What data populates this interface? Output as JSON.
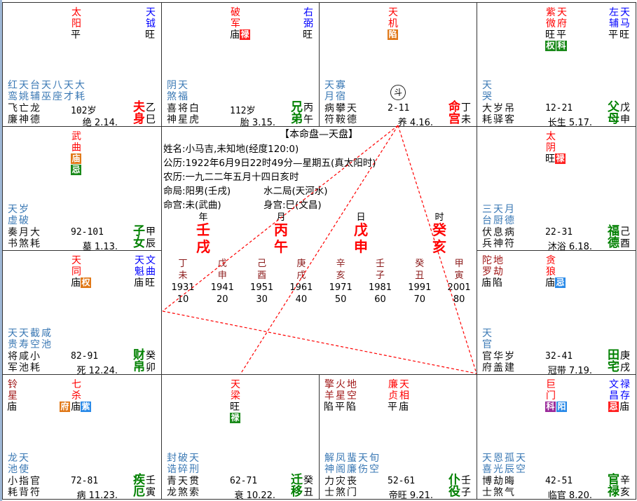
{
  "colors": {
    "main_star": "#ff0000",
    "aux_star": "#0000ff",
    "sha_star": "#a01818",
    "minor_star": "#3a78b4",
    "palace_green": "#008000",
    "palace_red": "#ff0000",
    "lines": "#ff0000"
  },
  "cells": [
    {
      "branch": "巳",
      "stem": "乙",
      "palace": "夫身",
      "palace_color": "#ff0000",
      "age": "102岁",
      "stage": "绝",
      "date": "2.14.",
      "left": [],
      "main": [
        {
          "name": "太阳",
          "color": "#ff0000",
          "bright": "平",
          "badges": []
        }
      ],
      "right": [
        {
          "name": "天钺",
          "color": "#0000ff",
          "bright": "旺",
          "badges": []
        }
      ],
      "minors": [
        "红鸾",
        "天姚",
        "台辅",
        "天巫",
        "八座",
        "天才",
        "大耗"
      ],
      "gods": [
        "飞廉",
        "亡神",
        "龙德"
      ]
    },
    {
      "branch": "午",
      "stem": "丙",
      "palace": "兄弟",
      "palace_color": "#008000",
      "age": "112岁",
      "stage": "胎",
      "date": "3.15.",
      "left": [],
      "main": [
        {
          "name": "破军",
          "color": "#ff0000",
          "bright": "庙",
          "badges": [
            {
              "t": "禄",
              "c": "#ff2020"
            }
          ]
        }
      ],
      "right": [
        {
          "name": "右弼",
          "color": "#0000ff",
          "bright": "旺",
          "badges": []
        }
      ],
      "minors": [
        "阴煞",
        "天福"
      ],
      "gods": [
        "喜神",
        "将星",
        "白虎"
      ]
    },
    {
      "branch": "未",
      "stem": "丁",
      "palace": "命宫",
      "palace_color": "#ff0000",
      "age": "2-11",
      "stage": "养",
      "date": "4.16.",
      "mark": "斗",
      "left": [],
      "main": [
        {
          "name": "天机",
          "color": "#ff0000",
          "bright": "",
          "badges": [
            {
              "t": "陷",
              "c": "#e07818"
            }
          ]
        }
      ],
      "right": [],
      "minors": [
        "天月",
        "寡宿"
      ],
      "gods": [
        "病符",
        "攀鞍",
        "天德"
      ]
    },
    {
      "branch": "申",
      "stem": "戊",
      "palace": "父母",
      "palace_color": "#008000",
      "age": "12-21",
      "stage": "长生",
      "date": "5.17.",
      "left": [],
      "main": [
        {
          "name": "紫微",
          "color": "#ff0000",
          "bright": "旺",
          "badges": [
            {
              "t": "权",
              "c": "#1a8a1a"
            }
          ]
        },
        {
          "name": "天府",
          "color": "#ff0000",
          "bright": "平",
          "badges": [
            {
              "t": "科",
              "c": "#1a8a1a"
            }
          ]
        }
      ],
      "right": [
        {
          "name": "左辅",
          "color": "#0000ff",
          "bright": "平",
          "badges": []
        },
        {
          "name": "天马",
          "color": "#0000ff",
          "bright": "旺",
          "badges": []
        }
      ],
      "minors": [
        "天哭"
      ],
      "gods": [
        "大耗",
        "岁驿",
        "吊客"
      ]
    },
    {
      "branch": "辰",
      "stem": "甲",
      "palace": "子女",
      "palace_color": "#008000",
      "age": "92-101",
      "stage": "墓",
      "date": "1.13.",
      "left": [],
      "main": [
        {
          "name": "武曲",
          "color": "#ff0000",
          "bright": "",
          "badges": [
            {
              "t": "庙",
              "c": "#e07818"
            },
            {
              "t": "忌",
              "c": "#1a8a1a"
            }
          ]
        }
      ],
      "right": [],
      "minors": [
        "天虚",
        "岁破"
      ],
      "gods": [
        "奏书",
        "月煞",
        "大耗"
      ]
    },
    {
      "branch": "酉",
      "stem": "己",
      "palace": "福德",
      "palace_color": "#008000",
      "age": "22-31",
      "stage": "沐浴",
      "date": "6.18.",
      "left": [],
      "main": [
        {
          "name": "太阴",
          "color": "#ff0000",
          "bright": "旺",
          "badges": [
            {
              "t": "禄",
              "c": "#ff2020"
            }
          ]
        }
      ],
      "right": [],
      "minors": [
        "三台",
        "天厨",
        "月德"
      ],
      "gods": [
        "伏兵",
        "息神",
        "病符"
      ]
    },
    {
      "branch": "卯",
      "stem": "癸",
      "palace": "财帛",
      "palace_color": "#008000",
      "age": "82-91",
      "stage": "死",
      "date": "12.24.",
      "left": [],
      "main": [
        {
          "name": "天同",
          "color": "#ff0000",
          "bright": "庙",
          "badges": [
            {
              "t": "权",
              "c": "#e07818"
            }
          ]
        }
      ],
      "right": [
        {
          "name": "天魁",
          "color": "#0000ff",
          "bright": "庙",
          "badges": []
        },
        {
          "name": "文曲",
          "color": "#0000ff",
          "bright": "旺",
          "badges": []
        }
      ],
      "minors": [
        "天贵",
        "天寿",
        "截空",
        "咸池"
      ],
      "gods": [
        "将军",
        "咸池",
        "小耗"
      ]
    },
    {
      "branch": "戌",
      "stem": "庚",
      "palace": "田宅",
      "palace_color": "#008000",
      "age": "32-41",
      "stage": "冠带",
      "date": "7.19.",
      "left": [
        {
          "name": "陀罗",
          "color": "#a01818",
          "bright": "庙",
          "badges": []
        },
        {
          "name": "地劫",
          "color": "#a01818",
          "bright": "陷",
          "badges": []
        }
      ],
      "main": [
        {
          "name": "贪狼",
          "color": "#ff0000",
          "bright": "庙",
          "badges": [
            {
              "t": "忌",
              "c": "#2a8ae8"
            }
          ]
        }
      ],
      "right": [],
      "minors": [
        "天官"
      ],
      "gods": [
        "官府",
        "华盖",
        "岁建"
      ]
    },
    {
      "branch": "寅",
      "stem": "壬",
      "palace": "疾厄",
      "palace_color": "#008000",
      "age": "72-81",
      "stage": "病",
      "date": "11.23.",
      "left": [
        {
          "name": "铃星",
          "color": "#a01818",
          "bright": "庙",
          "badges": []
        }
      ],
      "main": [
        {
          "name": "七杀",
          "color": "#ff0000",
          "bright": "庙",
          "badges_before": [
            {
              "t": "府",
              "c": "#e07818"
            }
          ],
          "badges": [
            {
              "t": "紫",
              "c": "#2a8ae8"
            }
          ]
        }
      ],
      "right": [],
      "minors": [
        "龙池",
        "天使"
      ],
      "gods": [
        "小耗",
        "指背",
        "官符"
      ]
    },
    {
      "branch": "丑",
      "stem": "癸",
      "palace": "迁移",
      "palace_color": "#008000",
      "age": "62-71",
      "stage": "衰",
      "date": "10.22.",
      "left": [],
      "main": [
        {
          "name": "天梁",
          "color": "#ff0000",
          "bright": "旺",
          "badges": [
            {
              "t": "禄",
              "c": "#1a8a1a"
            }
          ]
        }
      ],
      "right": [],
      "minors": [
        "封诰",
        "破碎",
        "天刑"
      ],
      "gods": [
        "青龙",
        "天煞",
        "贯索"
      ]
    },
    {
      "branch": "子",
      "stem": "壬",
      "palace": "仆役",
      "palace_color": "#008000",
      "age": "52-61",
      "stage": "帝旺",
      "date": "9.21.",
      "left": [
        {
          "name": "擎羊",
          "color": "#a01818",
          "bright": "陷",
          "badges": []
        },
        {
          "name": "火星",
          "color": "#a01818",
          "bright": "平",
          "badges": []
        },
        {
          "name": "地空",
          "color": "#a01818",
          "bright": "陷",
          "badges": []
        }
      ],
      "main": [
        {
          "name": "廉贞",
          "color": "#ff0000",
          "bright": "平",
          "badges": []
        },
        {
          "name": "天相",
          "color": "#ff0000",
          "bright": "庙",
          "badges": []
        }
      ],
      "right": [],
      "minors": [
        "解神",
        "凤阁",
        "蜚廉",
        "天伤",
        "旬空"
      ],
      "gods": [
        "力士",
        "灾煞",
        "丧门"
      ]
    },
    {
      "branch": "亥",
      "stem": "辛",
      "palace": "官禄",
      "palace_color": "#008000",
      "age": "42-51",
      "stage": "临官",
      "date": "8.20.",
      "left": [],
      "main": [
        {
          "name": "巨门",
          "color": "#ff0000",
          "bright": "",
          "badges": [
            {
              "t": "科",
              "c": "#9a2a9a"
            },
            {
              "t": "阳",
              "c": "#2a8ae8"
            }
          ]
        }
      ],
      "right": [
        {
          "name": "文昌",
          "color": "#0000ff",
          "bright": "",
          "badges": [
            {
              "t": "忌",
              "c": "#ff2020"
            }
          ]
        },
        {
          "name": "禄存",
          "color": "#0000ff",
          "bright": "庙",
          "badges": []
        }
      ],
      "minors": [
        "天喜",
        "恩光",
        "孤辰",
        "天空"
      ],
      "gods": [
        "博士",
        "劫煞",
        "晦气"
      ]
    }
  ],
  "center": {
    "title": "【本命盘—天盘】",
    "name_line": "姓名:小马吉,未知地(经度120:0)",
    "solar_line": "公历:1922年6月9日22时49分—星期五(真太阳时)",
    "lunar_line": "农历:一九二二年五月十四日亥时",
    "ju_line_a": "命局:阳男(壬戌)",
    "ju_line_b": "水二局(天河水)",
    "gong_line_a": "命宫:未(武曲)",
    "gong_line_b": "身宫:巳(文昌)",
    "pillars": [
      {
        "label": "年",
        "stem": "壬",
        "branch": "戌"
      },
      {
        "label": "月",
        "stem": "丙",
        "branch": "午"
      },
      {
        "label": "日",
        "stem": "戊",
        "branch": "申"
      },
      {
        "label": "时",
        "stem": "癸",
        "branch": "亥"
      }
    ],
    "decades": [
      {
        "stem": "丁",
        "branch": "未",
        "year": "1931",
        "age": "10"
      },
      {
        "stem": "戊",
        "branch": "申",
        "year": "1941",
        "age": "20"
      },
      {
        "stem": "己",
        "branch": "酉",
        "year": "1951",
        "age": "30"
      },
      {
        "stem": "庚",
        "branch": "戌",
        "year": "1961",
        "age": "40"
      },
      {
        "stem": "辛",
        "branch": "亥",
        "year": "1971",
        "age": "50"
      },
      {
        "stem": "壬",
        "branch": "子",
        "year": "1981",
        "age": "60"
      },
      {
        "stem": "癸",
        "branch": "丑",
        "year": "1991",
        "age": "70"
      },
      {
        "stem": "甲",
        "branch": "寅",
        "year": "2001",
        "age": "80"
      }
    ]
  }
}
